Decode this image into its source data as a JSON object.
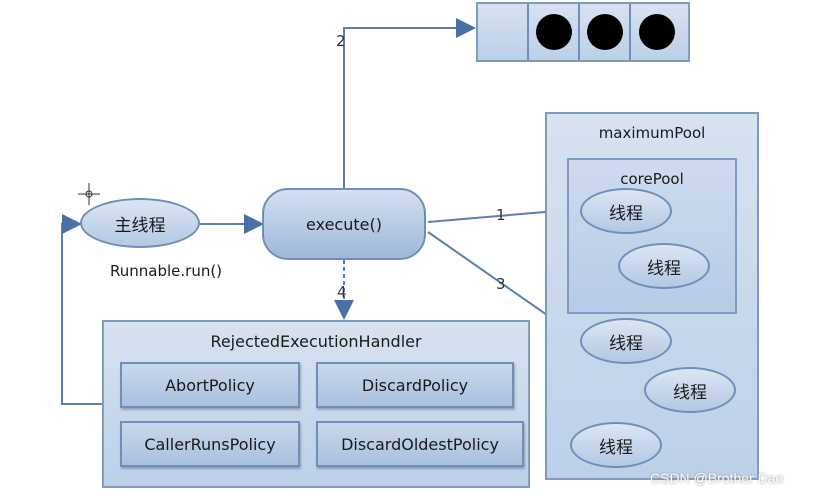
{
  "main_thread": "主线程",
  "runnable_label": "Runnable.run()",
  "execute": "execute()",
  "arrows": {
    "a1": "1",
    "a2": "2",
    "a3": "3",
    "a4": "4"
  },
  "maximum_pool": {
    "title": "maximumPool",
    "core_pool": {
      "title": "corePool",
      "threads": [
        "线程",
        "线程"
      ]
    },
    "threads": [
      "线程",
      "线程",
      "线程"
    ]
  },
  "rejected_handler": {
    "title": "RejectedExecutionHandler",
    "policies": [
      "AbortPolicy",
      "DiscardPolicy",
      "CallerRunsPolicy",
      "DiscardOldestPolicy"
    ]
  },
  "watermark": "CSDN @Brother Dao",
  "colors": {
    "line": "#5b7fb0",
    "box_border": "#7f9cc0",
    "fill": "#c6d6ec"
  }
}
